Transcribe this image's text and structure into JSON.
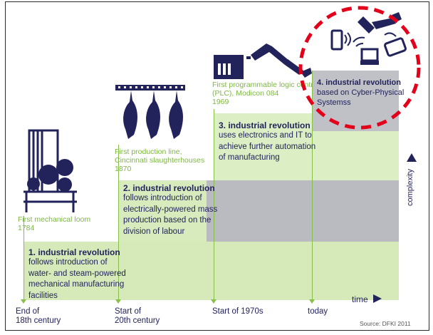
{
  "stages": [
    {
      "caption": "First mechanical loom\n1784",
      "title": "1. industrial revolution",
      "body": "follows introduction of\nwater- and steam-powered\nmechanical manufacturing\nfacilities",
      "axis_label": "End of\n18th century"
    },
    {
      "caption": "First production line,\nCincinnati slaughterhouses\n1870",
      "title": "2. industrial revolution",
      "body": "follows introduction of\nelectrically-powered mass\nproduction based on the\ndivision of labour",
      "axis_label": "Start of\n20th century"
    },
    {
      "caption": "First programmable logic controller\n(PLC), Modicon 084\n1969",
      "title": "3. industrial revolution",
      "body": "uses electronics and IT to\nachieve further automation\nof manufacturing",
      "axis_label": "Start of 1970s"
    },
    {
      "caption": "",
      "title": "4. industrial revolution",
      "body": "based on Cyber-Physical\nSystemss",
      "axis_label": "today"
    }
  ],
  "axis": {
    "time_label": "time",
    "complexity_label": "complexity"
  },
  "source": "Source: DFKI 2011",
  "colors": {
    "green_band": "#d5eab8",
    "gray_band": "#b5b7be",
    "navy": "#23235c",
    "accent_green": "#7fb744",
    "highlight_red": "#e3001b"
  },
  "icons": [
    "loom-icon",
    "slaughterhouse-carcass-icon",
    "plc-robot-arm-icon",
    "cyber-physical-devices-icon"
  ]
}
